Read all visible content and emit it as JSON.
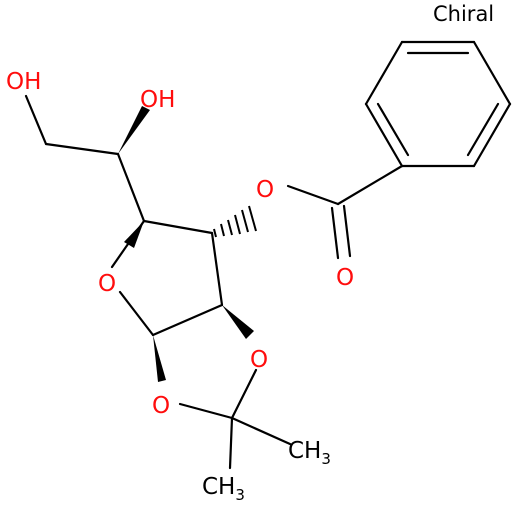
{
  "annotation": "Chiral",
  "labels": {
    "oh_terminal": "OH",
    "oh_side": "OH",
    "ester_o": "O",
    "carbonyl_o": "O",
    "ring_o": "O",
    "acetal_o_right": "O",
    "acetal_o_left": "O",
    "methyl_right_c": "CH",
    "methyl_right_sub": "3",
    "methyl_bottom_c": "CH",
    "methyl_bottom_sub": "3"
  },
  "colors": {
    "oxygen": "#ff0d0d",
    "carbon": "#000000"
  }
}
